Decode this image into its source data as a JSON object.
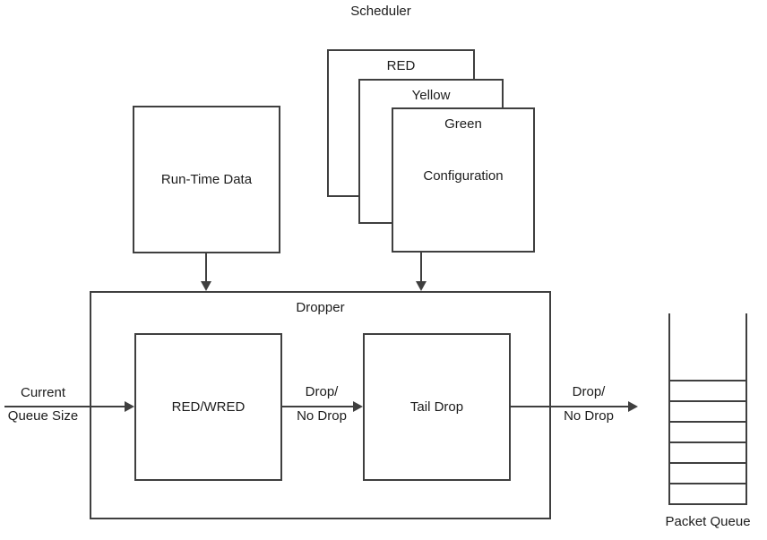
{
  "diagram": {
    "title": "Scheduler",
    "config_cards": {
      "red_label": "RED",
      "yellow_label": "Yellow",
      "green_label": "Green",
      "configuration_label": "Configuration"
    },
    "runtime_data_label": "Run-Time Data",
    "dropper": {
      "label": "Dropper",
      "red_wred_label": "RED/WRED",
      "tail_drop_label": "Tail Drop"
    },
    "arrows": {
      "input_line1": "Current",
      "input_line2": "Queue Size",
      "mid_line1": "Drop/",
      "mid_line2": "No Drop",
      "out_line1": "Drop/",
      "out_line2": "No Drop"
    },
    "packet_queue_label": "Packet Queue",
    "colors": {
      "line": "#3f3f3f",
      "text": "#1c1c1c",
      "background": "#ffffff"
    }
  }
}
